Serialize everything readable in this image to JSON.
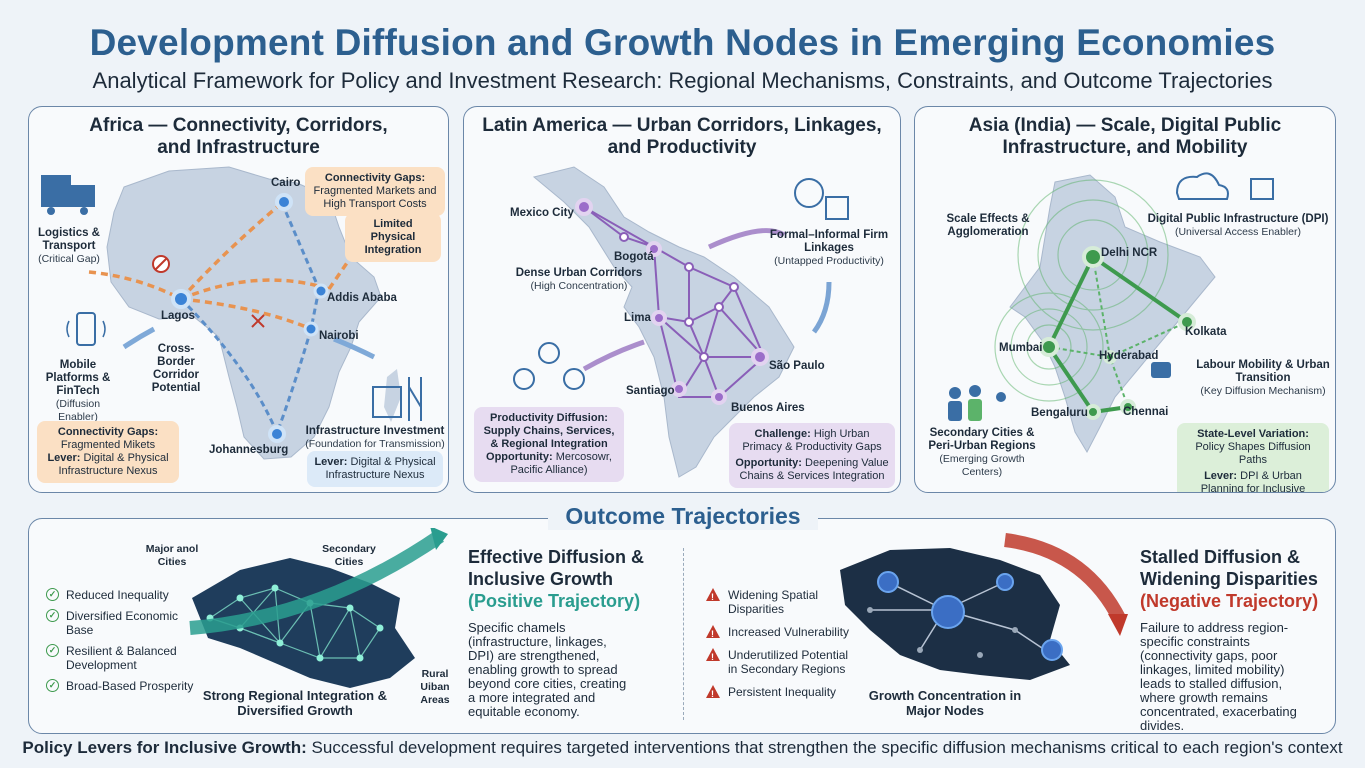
{
  "title": "Development Diffusion and Growth Nodes in Emerging Economies",
  "subtitle": "Analytical Framework for Policy and Investment Research: Regional Mechanisms, Constraints, and Outcome Trajectories",
  "africa": {
    "title_line1": "Africa — Connectivity, Corridors,",
    "title_line2": "and Infrastructure",
    "cities": [
      "Cairo",
      "Lagos",
      "Addis Ababa",
      "Nairobi",
      "Johannesburg"
    ],
    "logistics": {
      "title": "Logistics & Transport",
      "sub": "(Critical Gap)"
    },
    "mobile": {
      "title": "Mobile Platforms & FinTech",
      "sub": "(Diffusion Enabler)"
    },
    "cross_border": "Cross-Border Corridor Potential",
    "gaps_top": {
      "title": "Connectivity Gaps:",
      "body": "Fragmented Markets and High Transport Costs"
    },
    "limited": "Limited Physical Integration",
    "infra": {
      "title": "Infrastructure Investment",
      "sub": "(Foundation for Transmission)"
    },
    "gaps_box": {
      "title": "Connectivity Gaps:",
      "body": "Fragmented Mikets",
      "lever_label": "Lever:",
      "lever": "Digital & Physical Infrastructure Nexus"
    },
    "lever_box": {
      "label": "Lever:",
      "text": "Digital & Physical Infrastructure Nexus"
    }
  },
  "latam": {
    "title_line1": "Latin America — Urban Corridors, Linkages,",
    "title_line2": "and Productivity",
    "cities": [
      "Mexico City",
      "Bogotá",
      "Lima",
      "Santiago",
      "Buenos Aires",
      "São Paulo"
    ],
    "formal": {
      "title": "Formal–Informal Firm Linkages",
      "sub": "(Untapped Productivity)"
    },
    "dense": {
      "title": "Dense Urban Corridors",
      "sub": "(High Concentration)"
    },
    "prod_box": {
      "title": "Productivity Diffusion: Supply Chains, Services, & Regional Integration",
      "opp_label": "Opportunity:",
      "opp": "Mercosowr, Pacific Alliance)"
    },
    "challenge_box": {
      "label": "Challenge:",
      "text": "High Urban Primacy & Productivity Gaps",
      "opp_label": "Opportunity:",
      "opp": "Deepening Value Chains & Services Integration"
    }
  },
  "asia": {
    "title_line1": "Asia (India) — Scale, Digital Public",
    "title_line2": "Infrastructure, and Mobility",
    "cities": [
      "Delhi NCR",
      "Mumbai",
      "Hyderabad",
      "Kolkata",
      "Bengaluru",
      "Chennai"
    ],
    "scale": "Scale Effects & Agglomeration",
    "dpi": {
      "title": "Digital Public Infrastructure (DPI)",
      "sub": "(Universal Access Enabler)"
    },
    "labour": {
      "title": "Labour Mobility & Urban Transition",
      "sub": "(Key Diffusion Mechanism)"
    },
    "secondary": {
      "title": "Secondary Cities & Peri-Urban Regions",
      "sub": "(Emerging Growth Centers)"
    },
    "state_box": {
      "label": "State-Level Variation:",
      "text": "Policy Shapes Diffusion Paths",
      "lever_label": "Lever:",
      "lever": "DPI & Urban Planning for Inclusive Growth"
    }
  },
  "outcome": {
    "title": "Outcome Trajectories",
    "positive": {
      "benefits": [
        "Reduced Inequality",
        "Diversified Economic Base",
        "Resilient & Balanced Development",
        "Broad-Based Prosperity"
      ],
      "map_labels": {
        "major": "Major anol Cities",
        "secondary": "Secondary Cities",
        "rural": "Rural Uiban Areas",
        "caption": "Strong Regional Integration & Diversified Growth"
      },
      "head": "Effective Diffusion & Inclusive Growth",
      "traj": "(Positive Trajectory)",
      "body": "Specific chamels (infrastructure, linkages, DPI) are strengthened, enabling growth to spread beyond core cities, creating a more integrated and equitable economy.",
      "accent": "#2a9d8f"
    },
    "negative": {
      "risks": [
        "Widening Spatial Disparities",
        "Increased Vulnerability",
        "Underutilized Potential in Secondary Regions",
        "Persistent Inequality"
      ],
      "caption": "Growth Concentration in Major Nodes",
      "head": "Stalled Diffusion & Widening Disparities",
      "traj": "(Negative Trajectory)",
      "body": "Failure to address region-specific constraints (connectivity gaps, poor linkages, limited mobility) leads to stalled diffusion, where growth remains concentrated, exacerbating divides.",
      "accent": "#c0392b"
    }
  },
  "footer": {
    "bold": "Policy Levers for Inclusive Growth:",
    "text": " Successful development requires targeted interventions that strengthen the specific diffusion mechanisms critical to each region's context"
  }
}
